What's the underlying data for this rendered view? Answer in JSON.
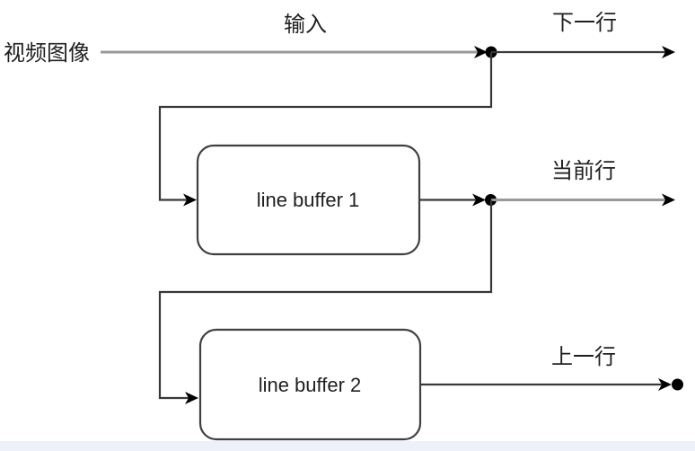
{
  "diagram": {
    "labels": {
      "source": "视频图像",
      "input": "输入",
      "next_row": "下一行",
      "current_row": "当前行",
      "prev_row": "上一行"
    },
    "nodes": [
      {
        "label": "line buffer 1"
      },
      {
        "label": "line buffer 2"
      }
    ],
    "colors": {
      "line_gray": "#999999",
      "line_dark": "#383838",
      "arrow_black": "#000000",
      "box_border": "#404040",
      "box_fill": "#ffffff",
      "text_color": "#1f1f1f",
      "background": "#ffffff",
      "bottom_strip": "#eef1fa"
    }
  }
}
